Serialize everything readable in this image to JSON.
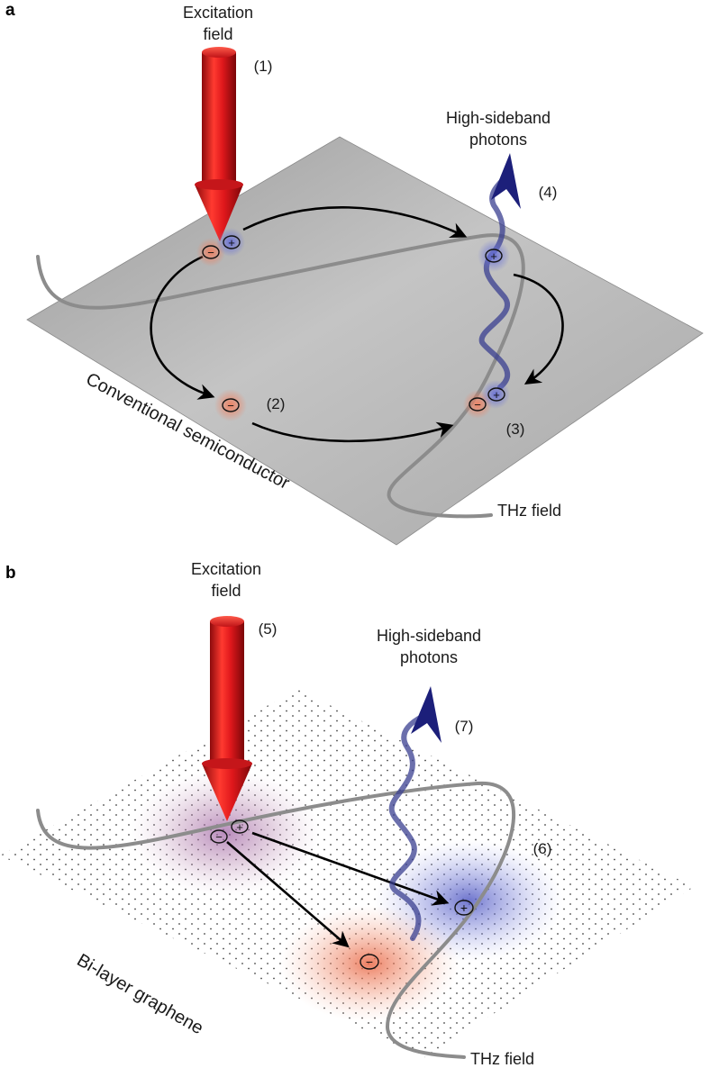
{
  "panel_a": {
    "letter": "a",
    "excitation_line1": "Excitation",
    "excitation_line2": "field",
    "step1": "(1)",
    "step2": "(2)",
    "step3": "(3)",
    "step4": "(4)",
    "photons_line1": "High-sideband",
    "photons_line2": "photons",
    "material": "Conventional semiconductor",
    "thz": "THz field"
  },
  "panel_b": {
    "letter": "b",
    "excitation_line1": "Excitation",
    "excitation_line2": "field",
    "step5": "(5)",
    "step6": "(6)",
    "step7": "(7)",
    "photons_line1": "High-sideband",
    "photons_line2": "photons",
    "material": "Bi-layer graphene",
    "thz": "THz field"
  },
  "symbols": {
    "electron": "−",
    "hole": "+"
  },
  "colors": {
    "beam": "#d0141a",
    "photon": "#1c1f7a",
    "electron_glow": "#e0603a",
    "hole_glow": "#5a62c8",
    "thz_curve": "#8a8a8a",
    "plane": "#b8b8b8"
  }
}
